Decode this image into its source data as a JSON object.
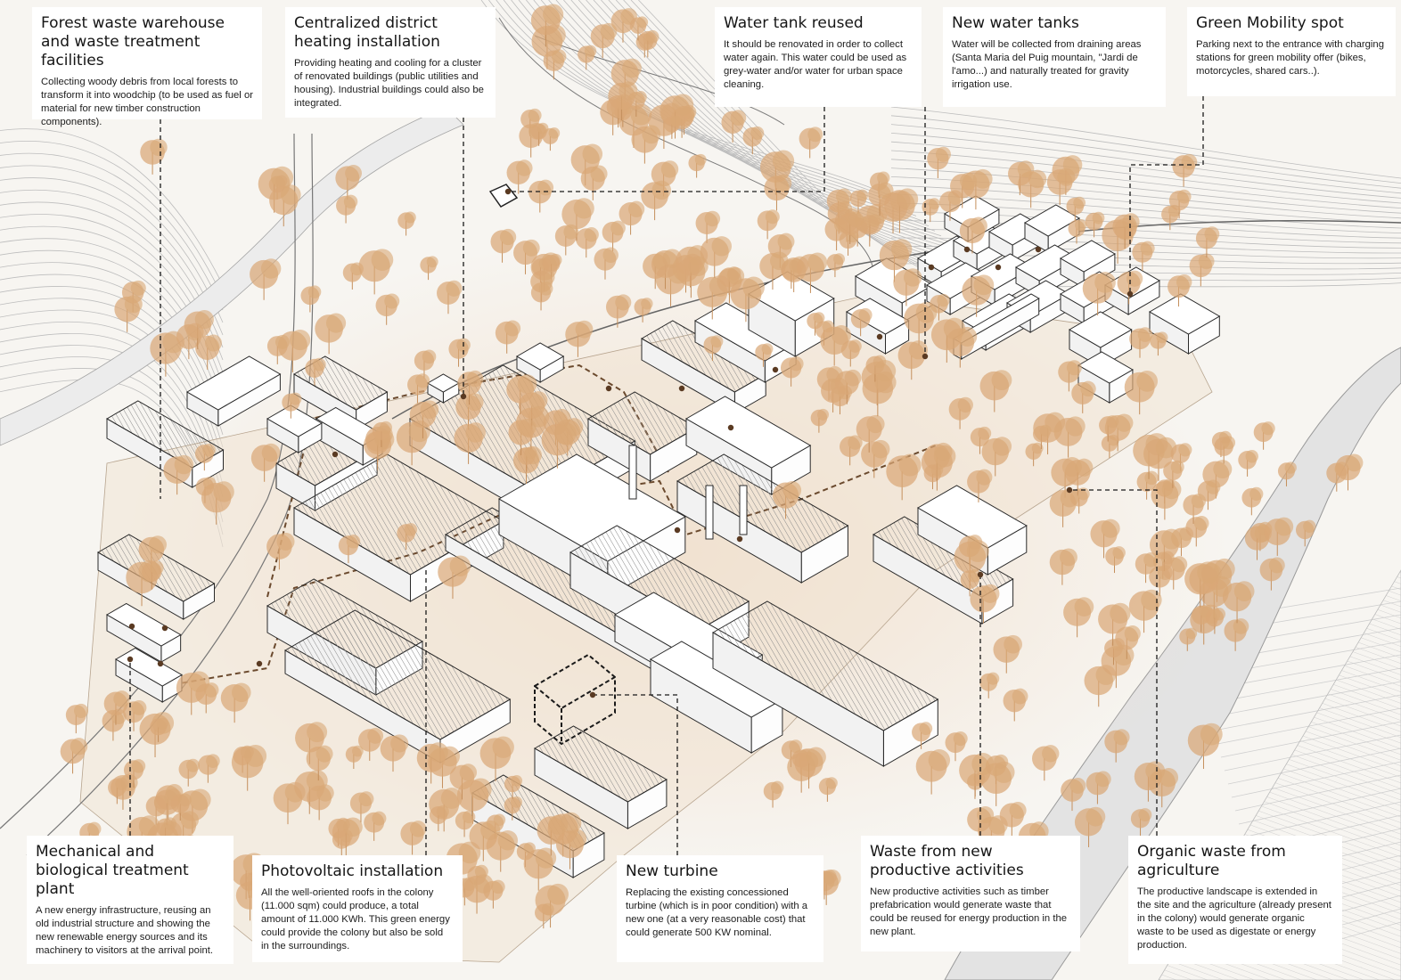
{
  "colors": {
    "tree": "#d9a877",
    "tree_dark": "#c48f5c",
    "ground_tint": "#efd9c2",
    "building": "#ffffff",
    "roof_line": "#8a8a8a",
    "outline": "#2a2a2a",
    "marker": "#5a3a22",
    "water": "#e3e3e3",
    "contour": "#bdbdbd"
  },
  "callouts": [
    {
      "id": "forest-waste",
      "title": "Forest waste warehouse and waste treatment facilities",
      "body": "Collecting woody debris from local forests to transform it into woodchip (to be used as fuel or material for new timber construction components)."
    },
    {
      "id": "district-heating",
      "title": "Centralized district heating installation",
      "body": "Providing heating and cooling for a cluster of renovated buildings (public utilities and housing). Industrial buildings could also be integrated."
    },
    {
      "id": "water-tank-reused",
      "title": "Water tank reused",
      "body": "It should be renovated in order to collect water again. This water could be used as grey-water and/or water for urban space cleaning."
    },
    {
      "id": "new-water-tanks",
      "title": "New water tanks",
      "body": "Water will be collected from draining areas (Santa Maria del Puig mountain, \"Jardi de l'amo...) and naturally treated for gravity irrigation use."
    },
    {
      "id": "green-mobility",
      "title": "Green Mobility spot",
      "body": "Parking next to the entrance with charging stations for green mobility offer (bikes, motorcycles, shared cars..)."
    },
    {
      "id": "mbt-plant",
      "title": "Mechanical and biological treatment plant",
      "body": "A new energy infrastructure, reusing an old industrial structure and showing the new renewable energy sources and its machinery to visitors at the arrival point."
    },
    {
      "id": "photovoltaic",
      "title": "Photovoltaic installation",
      "body": "All the well-oriented roofs in the colony (11.000 sqm) could produce, a total amount of 11.000 KWh. This green energy could provide the colony but also be sold in the surroundings."
    },
    {
      "id": "new-turbine",
      "title": "New turbine",
      "body": "Replacing the existing concessioned turbine (which is in poor condition) with a new one (at a very reasonable cost) that could generate 500 KW nominal."
    },
    {
      "id": "productive-waste",
      "title": "Waste from new productive activities",
      "body": "New productive activities such as timber prefabrication would generate waste that could be reused for energy production in the new plant."
    },
    {
      "id": "organic-waste",
      "title": "Organic waste from agriculture",
      "body": "The productive landscape is extended in the site and the agriculture (already present in the colony) would generate organic waste to be used as digestate or energy production."
    }
  ]
}
